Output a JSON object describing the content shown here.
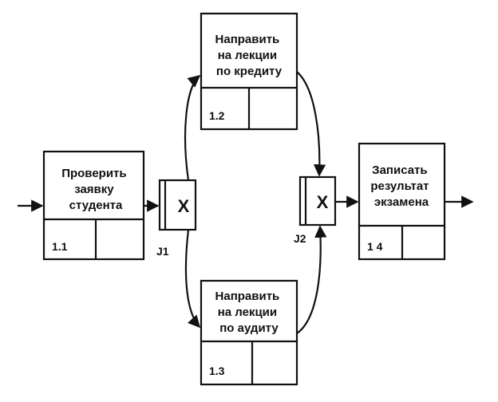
{
  "activities": [
    {
      "id": "check",
      "lines": [
        "Проверить",
        "заявку",
        "студента"
      ],
      "number": "1.1"
    },
    {
      "id": "lectures-credit",
      "lines": [
        "Направить",
        "на лекции",
        "по кредиту"
      ],
      "number": "1.2"
    },
    {
      "id": "lectures-audit",
      "lines": [
        "Направить",
        "на лекции",
        "по аудиту"
      ],
      "number": "1.3"
    },
    {
      "id": "record",
      "lines": [
        "Записать",
        "результат",
        "экзамена"
      ],
      "number": "1 4"
    }
  ],
  "junctions": [
    {
      "id": "J1",
      "label": "J1",
      "symbol": "X"
    },
    {
      "id": "J2",
      "label": "J2",
      "symbol": "X"
    }
  ]
}
